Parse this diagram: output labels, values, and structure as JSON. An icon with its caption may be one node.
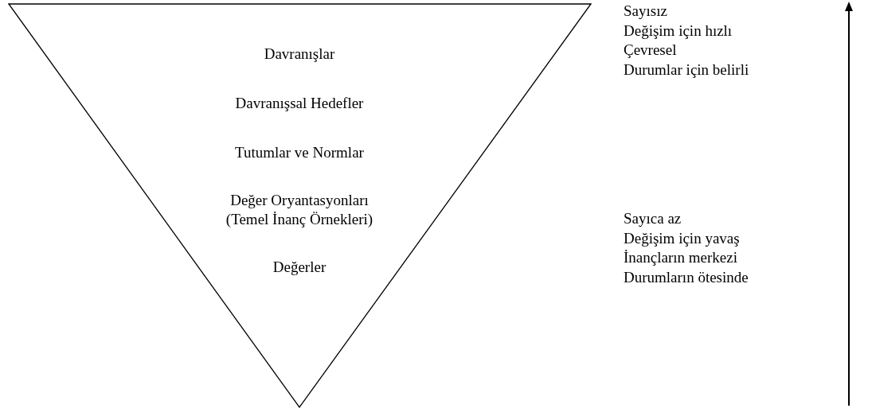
{
  "diagram": {
    "nodes": [
      {
        "text": [
          "Davranışlar",
          "Davranışsal Hedefler",
          "Tutumlar ve Normlar",
          "Değer Oryantasyonları (Temel İnanç Örnekleri)",
          "Değerler"
        ]
      }
    ],
    "labels": [
      "Sayısız",
      "Değişim için hızlı",
      "Çevresel",
      "Durumlar için belirli",
      "Sayıca az",
      "Değişim için yavaş",
      "İnançların merkezi",
      "Durumların ötesinde"
    ]
  }
}
